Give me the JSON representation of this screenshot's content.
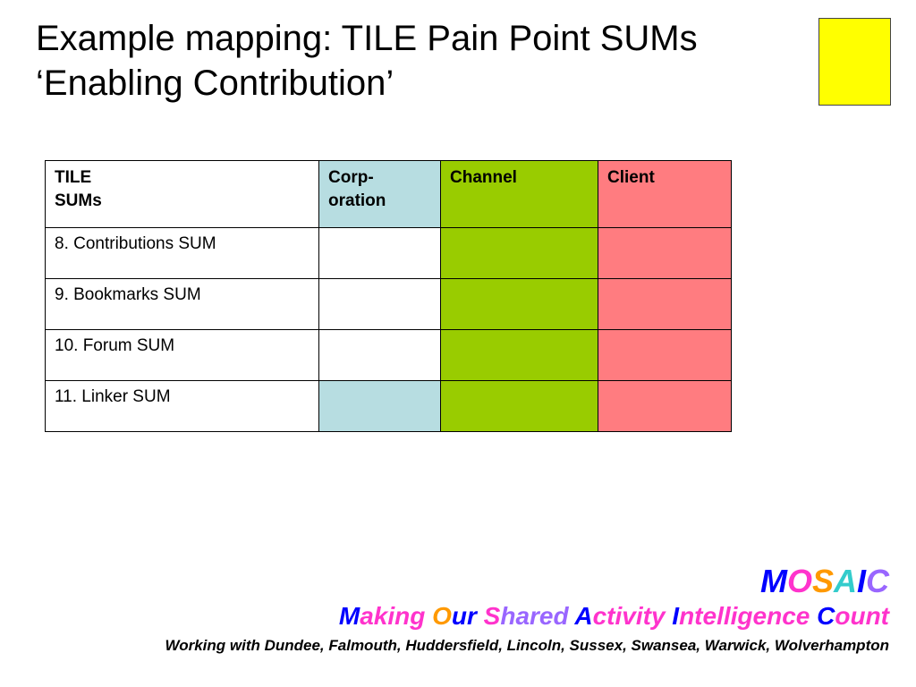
{
  "title": {
    "line1": "Example mapping: TILE Pain Point SUMs",
    "line2": "‘Enabling Contribution’"
  },
  "colors": {
    "yellow_box": "#ffff00",
    "corporation": "#b7dde1",
    "channel": "#99cc00",
    "client": "#ff7c80",
    "brand_blue": "#0000ff",
    "brand_pink": "#ff33cc",
    "brand_orange": "#ff9900",
    "brand_cyan": "#33cccc",
    "brand_violet": "#9966ff"
  },
  "table": {
    "header": {
      "sum_line1": "TILE",
      "sum_line2": "SUMs",
      "corp_line1": "Corp-",
      "corp_line2": "oration",
      "channel": "Channel",
      "client": "Client"
    },
    "rows": [
      {
        "label": "8. Contributions SUM",
        "corp": "",
        "channel": "",
        "client": ""
      },
      {
        "label": "9. Bookmarks SUM",
        "corp": "",
        "channel": "",
        "client": ""
      },
      {
        "label": "10. Forum SUM",
        "corp": "",
        "channel": "",
        "client": ""
      },
      {
        "label": "11. Linker SUM",
        "corp": "",
        "channel": "",
        "client": ""
      }
    ]
  },
  "brand": {
    "acronym": [
      "M",
      "O",
      "S",
      "A",
      "I",
      "C"
    ],
    "tagline": [
      {
        "initial": "M",
        "rest": "aking "
      },
      {
        "initial": "O",
        "rest": "ur "
      },
      {
        "initial": "S",
        "rest": "hared "
      },
      {
        "initial": "A",
        "rest": "ctivity "
      },
      {
        "initial": "I",
        "rest": "ntelligence "
      },
      {
        "initial": "C",
        "rest": "ount"
      }
    ],
    "partners": "Working with Dundee, Falmouth, Huddersfield, Lincoln, Sussex, Swansea, Warwick, Wolverhampton"
  }
}
